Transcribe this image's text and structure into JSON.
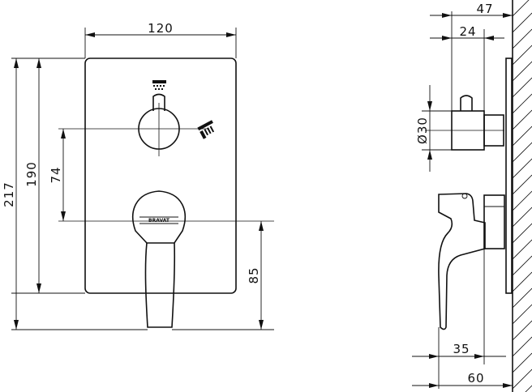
{
  "front_view": {
    "brand_label": "BRAVAT",
    "dimensions": {
      "plate_width": "120",
      "overall_height": "217",
      "plate_height": "190",
      "center_distance": "74",
      "handle_height": "85"
    },
    "icons": [
      "shower-head-icon",
      "bath-spout-icon"
    ]
  },
  "side_view": {
    "dimensions": {
      "wall_to_front": "47",
      "knob_projection": "24",
      "knob_diameter": "Ø30",
      "lever_depth": "35",
      "overall_depth": "60"
    }
  }
}
